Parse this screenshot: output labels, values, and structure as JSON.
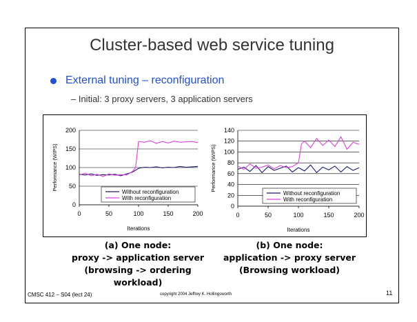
{
  "slide": {
    "title": "Cluster-based web service tuning",
    "bullet": "External tuning – reconfiguration",
    "subbullet": "– Initial: 3 proxy servers, 3 application servers",
    "caption_a": [
      "(a)  One node:",
      "proxy -> application server",
      "(browsing -> ordering workload)"
    ],
    "caption_b": [
      "(b) One node:",
      "application -> proxy server",
      "(Browsing workload)"
    ],
    "footer_left": "CMSC 412 – S04 (lect 24)",
    "footer_center": "copyright  2004 Jeffrey K. Hollingsworth",
    "page_number": "11",
    "colors": {
      "accent_text": "#1f4fd6",
      "without": "#1a1a6e",
      "with": "#e040e0"
    }
  },
  "chart_data": [
    {
      "type": "line",
      "xlabel": "Iterations",
      "ylabel": "Performance (WIPS)",
      "xlim": [
        0,
        200
      ],
      "ylim": [
        0,
        200
      ],
      "xticks": [
        0,
        50,
        100,
        150,
        200
      ],
      "yticks": [
        0,
        50,
        100,
        150,
        200
      ],
      "grid": "horizontal",
      "legend_position": "bottom-right",
      "series": [
        {
          "name": "Without reconfiguration",
          "x": [
            0,
            10,
            20,
            30,
            40,
            50,
            60,
            70,
            80,
            90,
            100,
            110,
            120,
            130,
            140,
            150,
            160,
            170,
            180,
            190,
            200
          ],
          "values": [
            82,
            80,
            83,
            79,
            81,
            80,
            82,
            78,
            83,
            88,
            98,
            101,
            100,
            102,
            99,
            101,
            100,
            103,
            101,
            102,
            103
          ]
        },
        {
          "name": "With reconfiguration",
          "x": [
            0,
            10,
            20,
            30,
            40,
            50,
            60,
            70,
            80,
            90,
            95,
            100,
            110,
            120,
            130,
            140,
            150,
            160,
            170,
            180,
            190,
            200
          ],
          "values": [
            80,
            85,
            78,
            82,
            76,
            83,
            79,
            81,
            80,
            90,
            100,
            170,
            168,
            172,
            165,
            170,
            166,
            171,
            168,
            169,
            170,
            167
          ]
        }
      ]
    },
    {
      "type": "line",
      "xlabel": "Iterations",
      "ylabel": "Performance (WIPS)",
      "xlim": [
        0,
        200
      ],
      "ylim": [
        0,
        140
      ],
      "xticks": [
        0,
        50,
        100,
        150,
        200
      ],
      "yticks": [
        0,
        20,
        40,
        60,
        80,
        100,
        120,
        140
      ],
      "grid": "horizontal",
      "legend_position": "bottom-right",
      "series": [
        {
          "name": "Without reconfiguration",
          "x": [
            0,
            10,
            20,
            30,
            40,
            50,
            60,
            70,
            80,
            90,
            100,
            110,
            120,
            130,
            140,
            150,
            160,
            170,
            180,
            190,
            200
          ],
          "values": [
            68,
            72,
            64,
            75,
            62,
            73,
            66,
            70,
            74,
            63,
            71,
            65,
            76,
            62,
            72,
            67,
            74,
            63,
            73,
            66,
            71
          ]
        },
        {
          "name": "With reconfiguration",
          "x": [
            0,
            10,
            20,
            30,
            40,
            50,
            60,
            70,
            80,
            90,
            100,
            105,
            110,
            120,
            130,
            140,
            150,
            160,
            170,
            180,
            190,
            200
          ],
          "values": [
            74,
            68,
            78,
            70,
            72,
            76,
            69,
            75,
            71,
            73,
            80,
            115,
            120,
            108,
            125,
            112,
            122,
            110,
            128,
            105,
            118,
            114
          ]
        }
      ]
    }
  ]
}
